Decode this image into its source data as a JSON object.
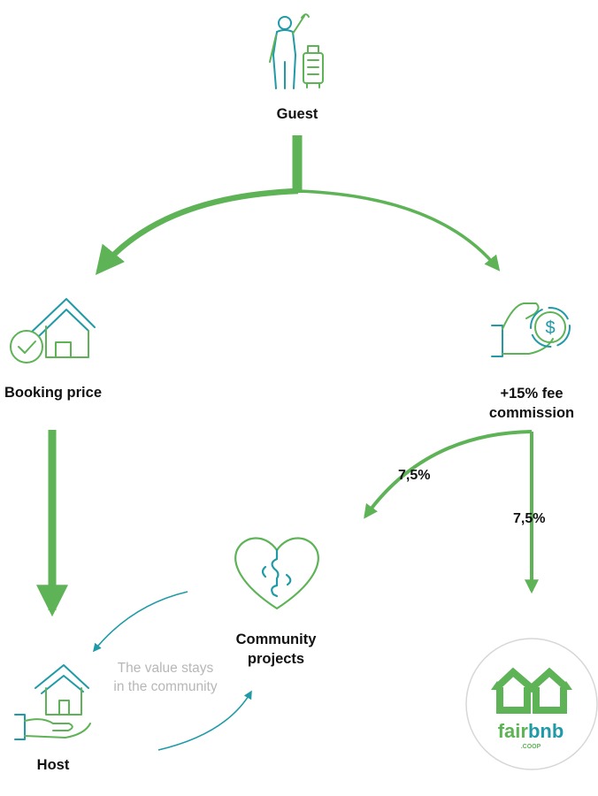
{
  "nodes": {
    "guest": "Guest",
    "booking_price": "Booking price",
    "fee_line1": "+15% fee",
    "fee_line2": "commission",
    "community_line1": "Community",
    "community_line2": "projects",
    "host": "Host"
  },
  "splits": {
    "to_community": "7,5%",
    "to_fairbnb": "7,5%"
  },
  "note": {
    "line1": "The value stays",
    "line2": "in the community"
  },
  "logo": {
    "word_fair": "fair",
    "word_bnb": "bnb",
    "suffix": ".COOP"
  },
  "colors": {
    "green": "#5db356",
    "teal": "#1f9aa6",
    "note_gray": "#b7b7b7"
  }
}
